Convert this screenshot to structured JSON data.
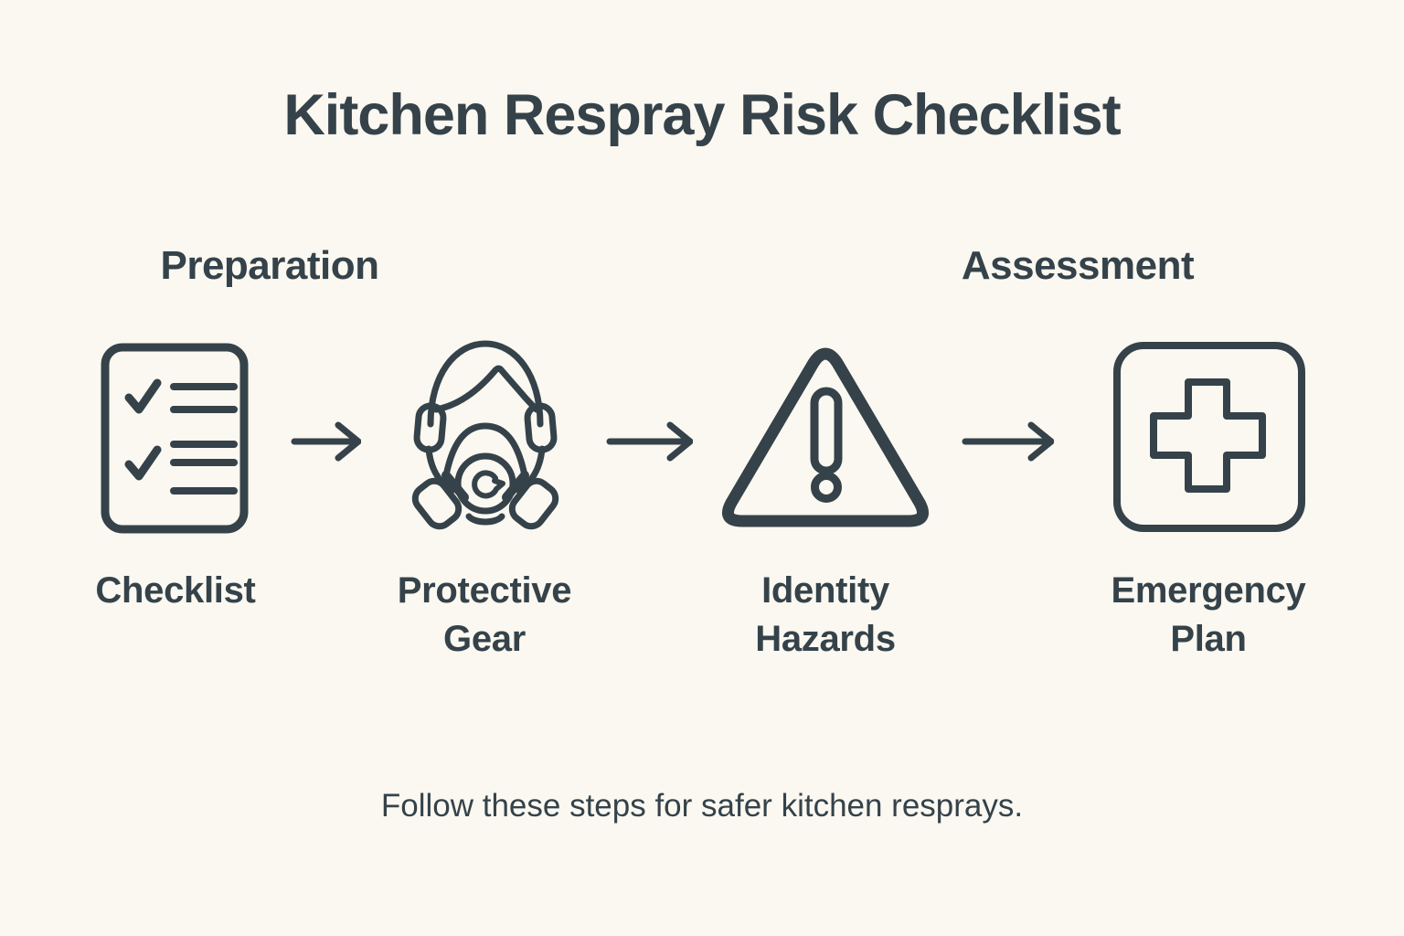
{
  "colors": {
    "background": "#FAF8F0",
    "ink": "#35424A"
  },
  "header": {
    "title": "Kitchen Respray Risk Checklist"
  },
  "sections": [
    {
      "label": "Preparation"
    },
    {
      "label": "Assessment"
    }
  ],
  "steps": [
    {
      "label": "Checklist",
      "icon": "checklist-document-icon"
    },
    {
      "label": "Protective Gear",
      "icon": "respirator-mask-icon"
    },
    {
      "label": "Identity Hazards",
      "icon": "warning-triangle-icon"
    },
    {
      "label": "Emergency Plan",
      "icon": "first-aid-cross-icon"
    }
  ],
  "connectors": {
    "icon": "right-arrow-icon",
    "count": 3
  },
  "footer": {
    "caption": "Follow these steps for safer kitchen resprays."
  }
}
